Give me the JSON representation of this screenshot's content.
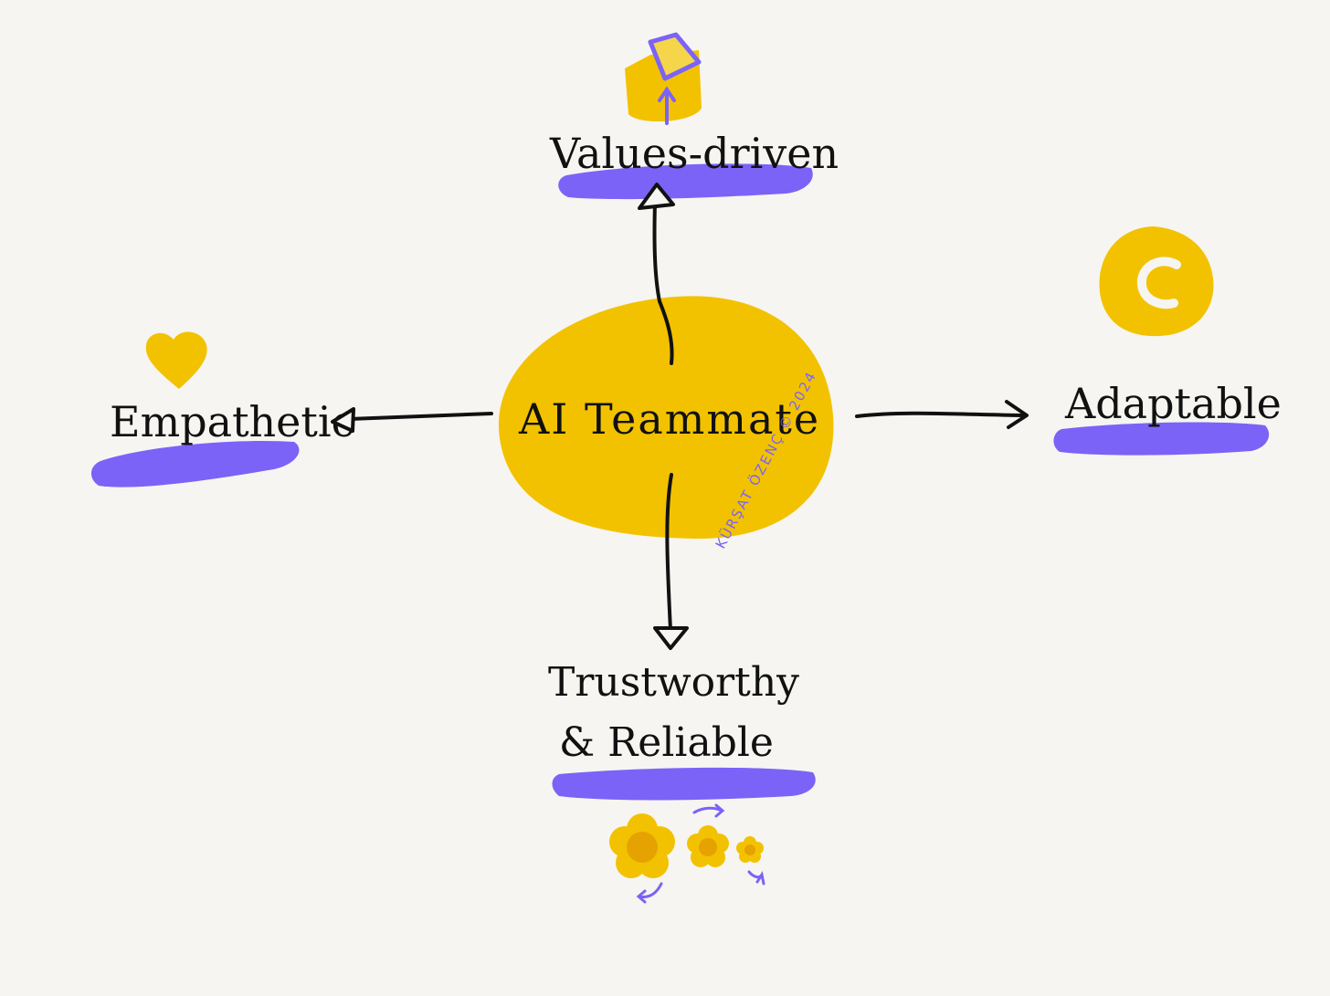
{
  "colors": {
    "background": "#f6f5f1",
    "yellow": "#f2c200",
    "purple": "#7b63f7",
    "ink": "#111111",
    "flower_center": "#e6a200"
  },
  "center": {
    "label": "AI Teammate"
  },
  "nodes": {
    "top": {
      "label": "Values-driven",
      "icon": "cube-up-arrow-icon"
    },
    "left": {
      "label": "Empathetic",
      "icon": "heart-icon"
    },
    "right": {
      "label": "Adaptable",
      "icon": "swirl-icon"
    },
    "bottom": {
      "label_line1": "Trustworthy",
      "label_line2": "& Reliable",
      "icon": "flowers-cycle-icon"
    }
  },
  "signature": "KÜRŞAT ÖZENÇ © 2024"
}
